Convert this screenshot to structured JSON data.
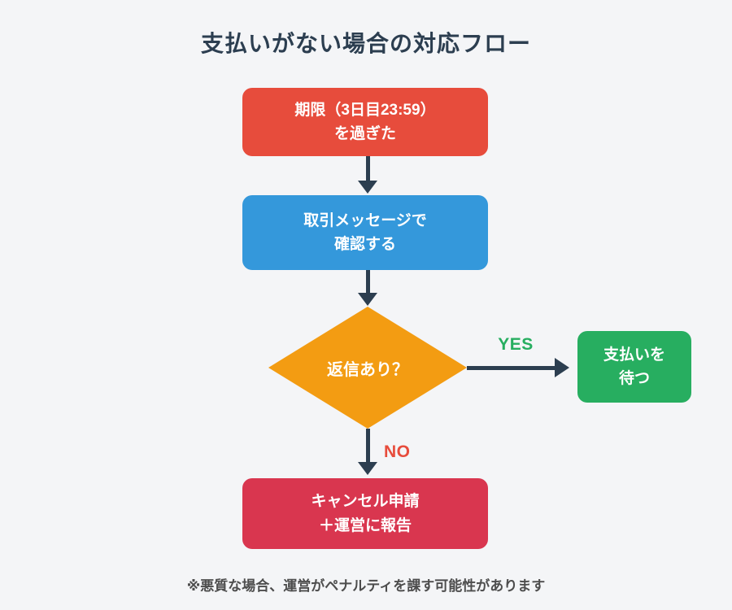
{
  "title": "支払いがない場合の対応フロー",
  "flow": {
    "deadline": {
      "line1": "期限（3日目23:59）",
      "line2": "を過ぎた"
    },
    "check": {
      "line1": "取引メッセージで",
      "line2": "確認する"
    },
    "decision": {
      "label": "返信あり？"
    },
    "wait": {
      "line1": "支払いを",
      "line2": "待つ"
    },
    "cancel": {
      "line1": "キャンセル申請",
      "line2": "＋運営に報告"
    },
    "labels": {
      "yes": "YES",
      "no": "NO"
    }
  },
  "footer": {
    "note": "※悪質な場合、運営がペナルティを課す可能性があります"
  },
  "colors": {
    "bg": "#f4f5f7",
    "ink": "#2c3e50",
    "red": "#e74c3c",
    "blue": "#3498db",
    "orange": "#f39c12",
    "green": "#27ae60",
    "crimson": "#d9364f",
    "gray": "#4d4d4d"
  }
}
